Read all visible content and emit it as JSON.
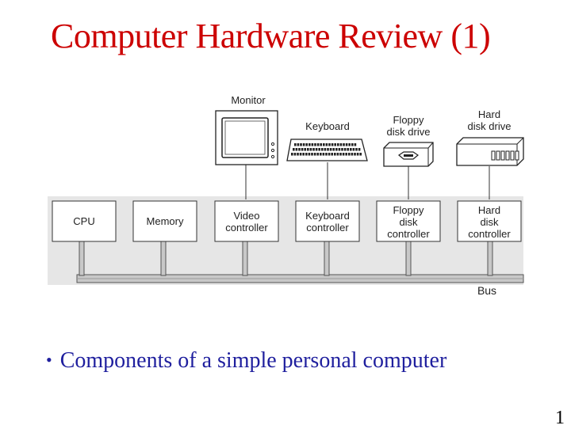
{
  "slide": {
    "title": "Computer Hardware Review (1)",
    "bullet": "Components of a simple personal computer",
    "page_number": "1"
  },
  "devices": {
    "monitor": "Monitor",
    "keyboard": "Keyboard",
    "floppy": [
      "Floppy",
      "disk drive"
    ],
    "hard_disk": [
      "Hard",
      "disk drive"
    ]
  },
  "controllers": {
    "cpu": [
      "CPU"
    ],
    "memory": [
      "Memory"
    ],
    "video": [
      "Video",
      "controller"
    ],
    "keyboard": [
      "Keyboard",
      "controller"
    ],
    "floppy": [
      "Floppy",
      "disk",
      "controller"
    ],
    "hard_disk": [
      "Hard",
      "disk",
      "controller"
    ]
  },
  "bus_label": "Bus",
  "colors": {
    "title": "#cc0000",
    "bullet": "#1f1f9e",
    "box_fill": "#ffffff",
    "diagram_bg": "#e6e6e6",
    "bus": "#c8c8c8"
  }
}
